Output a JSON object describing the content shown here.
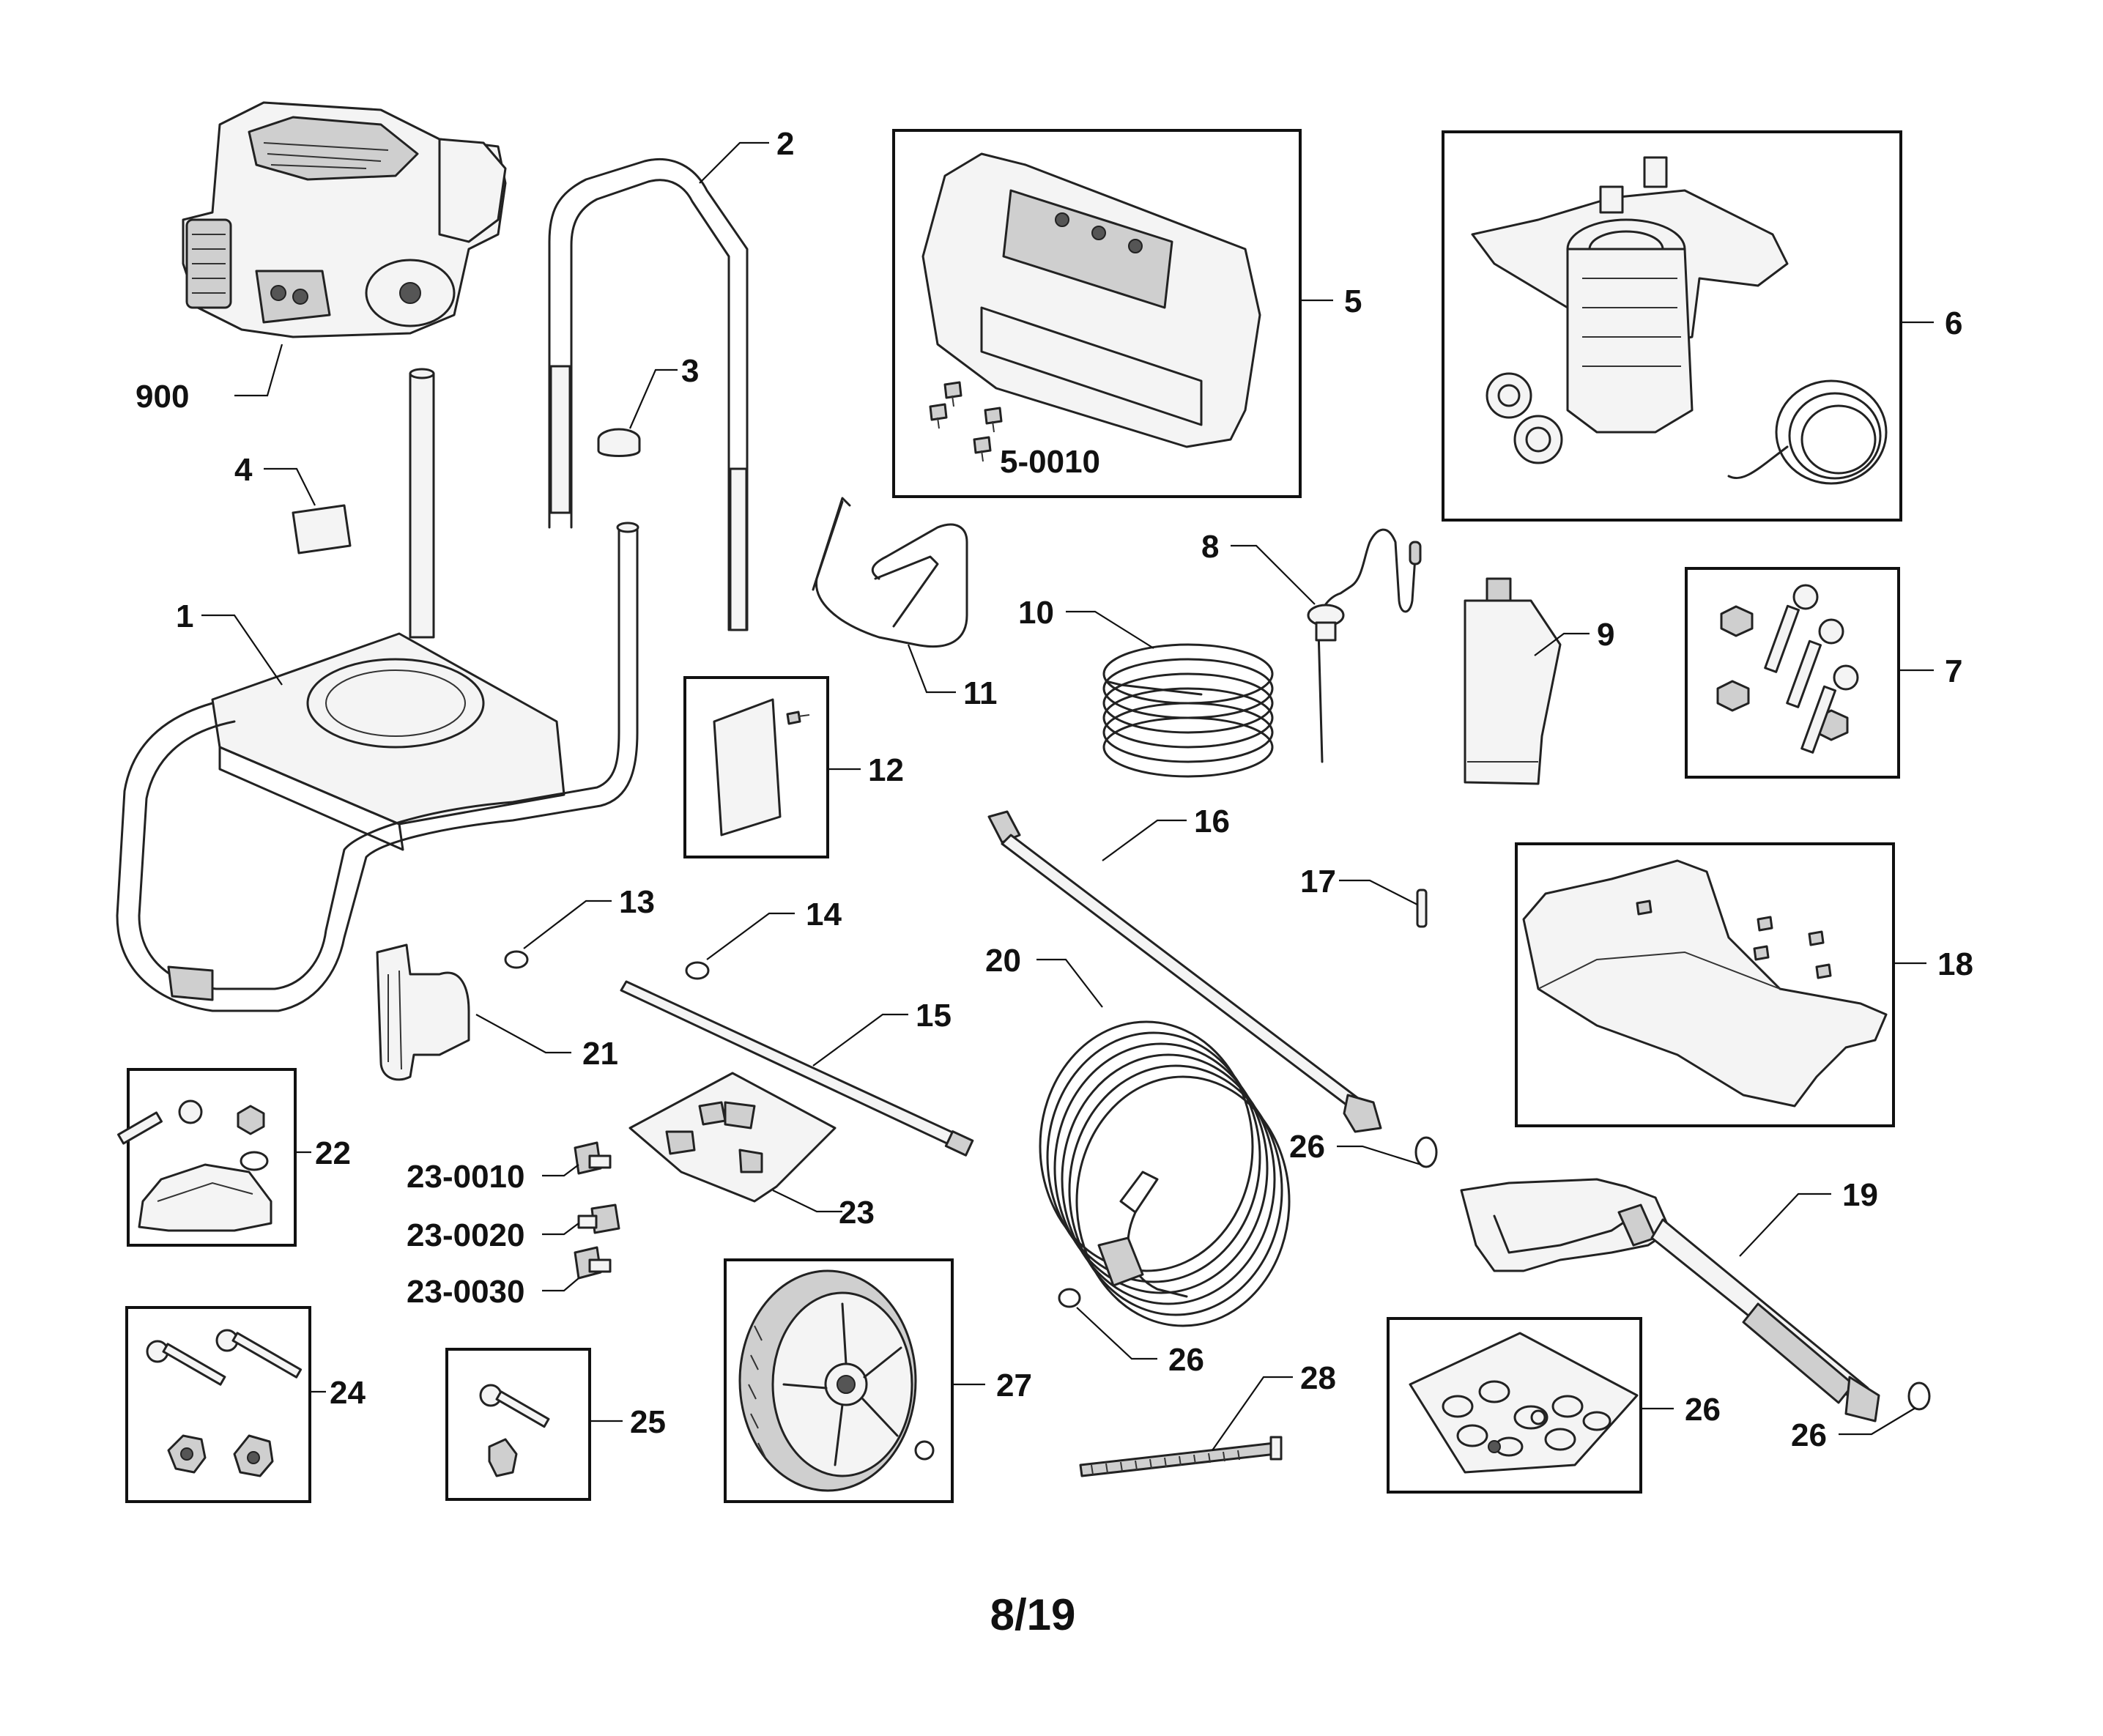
{
  "labels": {
    "engine": "900",
    "frame": "1",
    "handle": "2",
    "cap": "3",
    "decal": "4",
    "panel": "5",
    "panel_screws": "5-0010",
    "pump": "6",
    "pump_kit": "7",
    "unloader": "8",
    "oil": "9",
    "hose_10": "10",
    "gun_hook": "11",
    "panel_12": "12",
    "oring_13": "13",
    "oring_14": "14",
    "wand_15": "15",
    "wand_16": "16",
    "pin_17": "17",
    "cover_18": "18",
    "gun_19": "19",
    "hose_20": "20",
    "holder_21": "21",
    "foot_22": "22",
    "nozzles_23": "23",
    "nozzle_0010": "23-0010",
    "nozzle_0020": "23-0020",
    "nozzle_0030": "23-0030",
    "bolts_24": "24",
    "screw_25": "25",
    "oring_26a": "26",
    "oring_26b": "26",
    "oring_kit_26": "26",
    "oring_26c": "26",
    "wheel_27": "27",
    "tie_28": "28"
  },
  "footer": {
    "page": "8/19"
  }
}
